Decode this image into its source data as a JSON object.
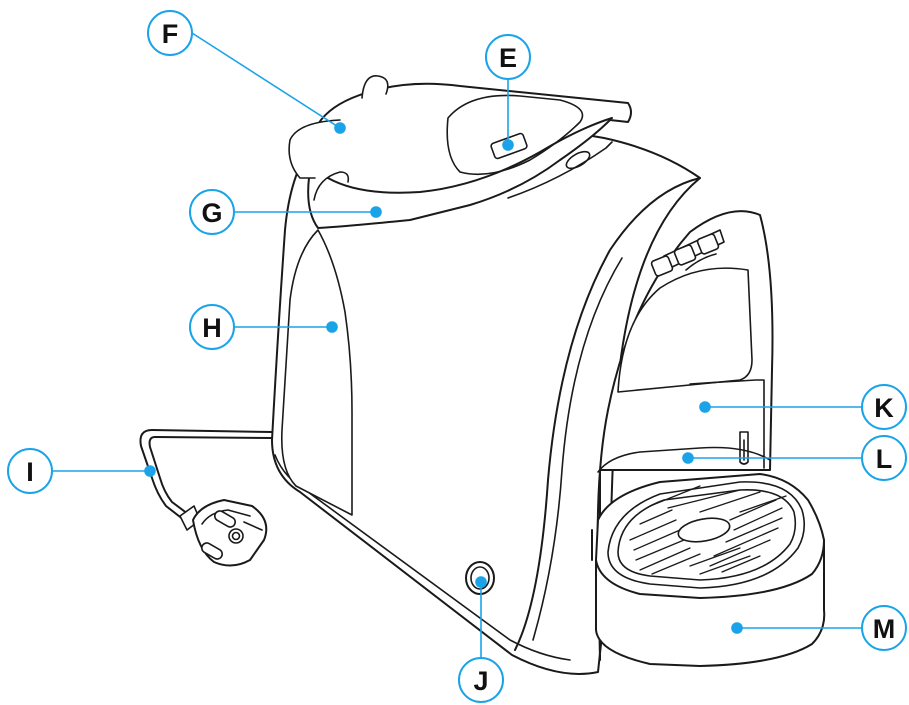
{
  "accent_color": "#1aa3e8",
  "callouts": [
    {
      "id": "F",
      "letter": "F"
    },
    {
      "id": "E",
      "letter": "E"
    },
    {
      "id": "G",
      "letter": "G"
    },
    {
      "id": "H",
      "letter": "H"
    },
    {
      "id": "I",
      "letter": "I"
    },
    {
      "id": "K",
      "letter": "K"
    },
    {
      "id": "L",
      "letter": "L"
    },
    {
      "id": "M",
      "letter": "M"
    },
    {
      "id": "J",
      "letter": "J"
    }
  ]
}
